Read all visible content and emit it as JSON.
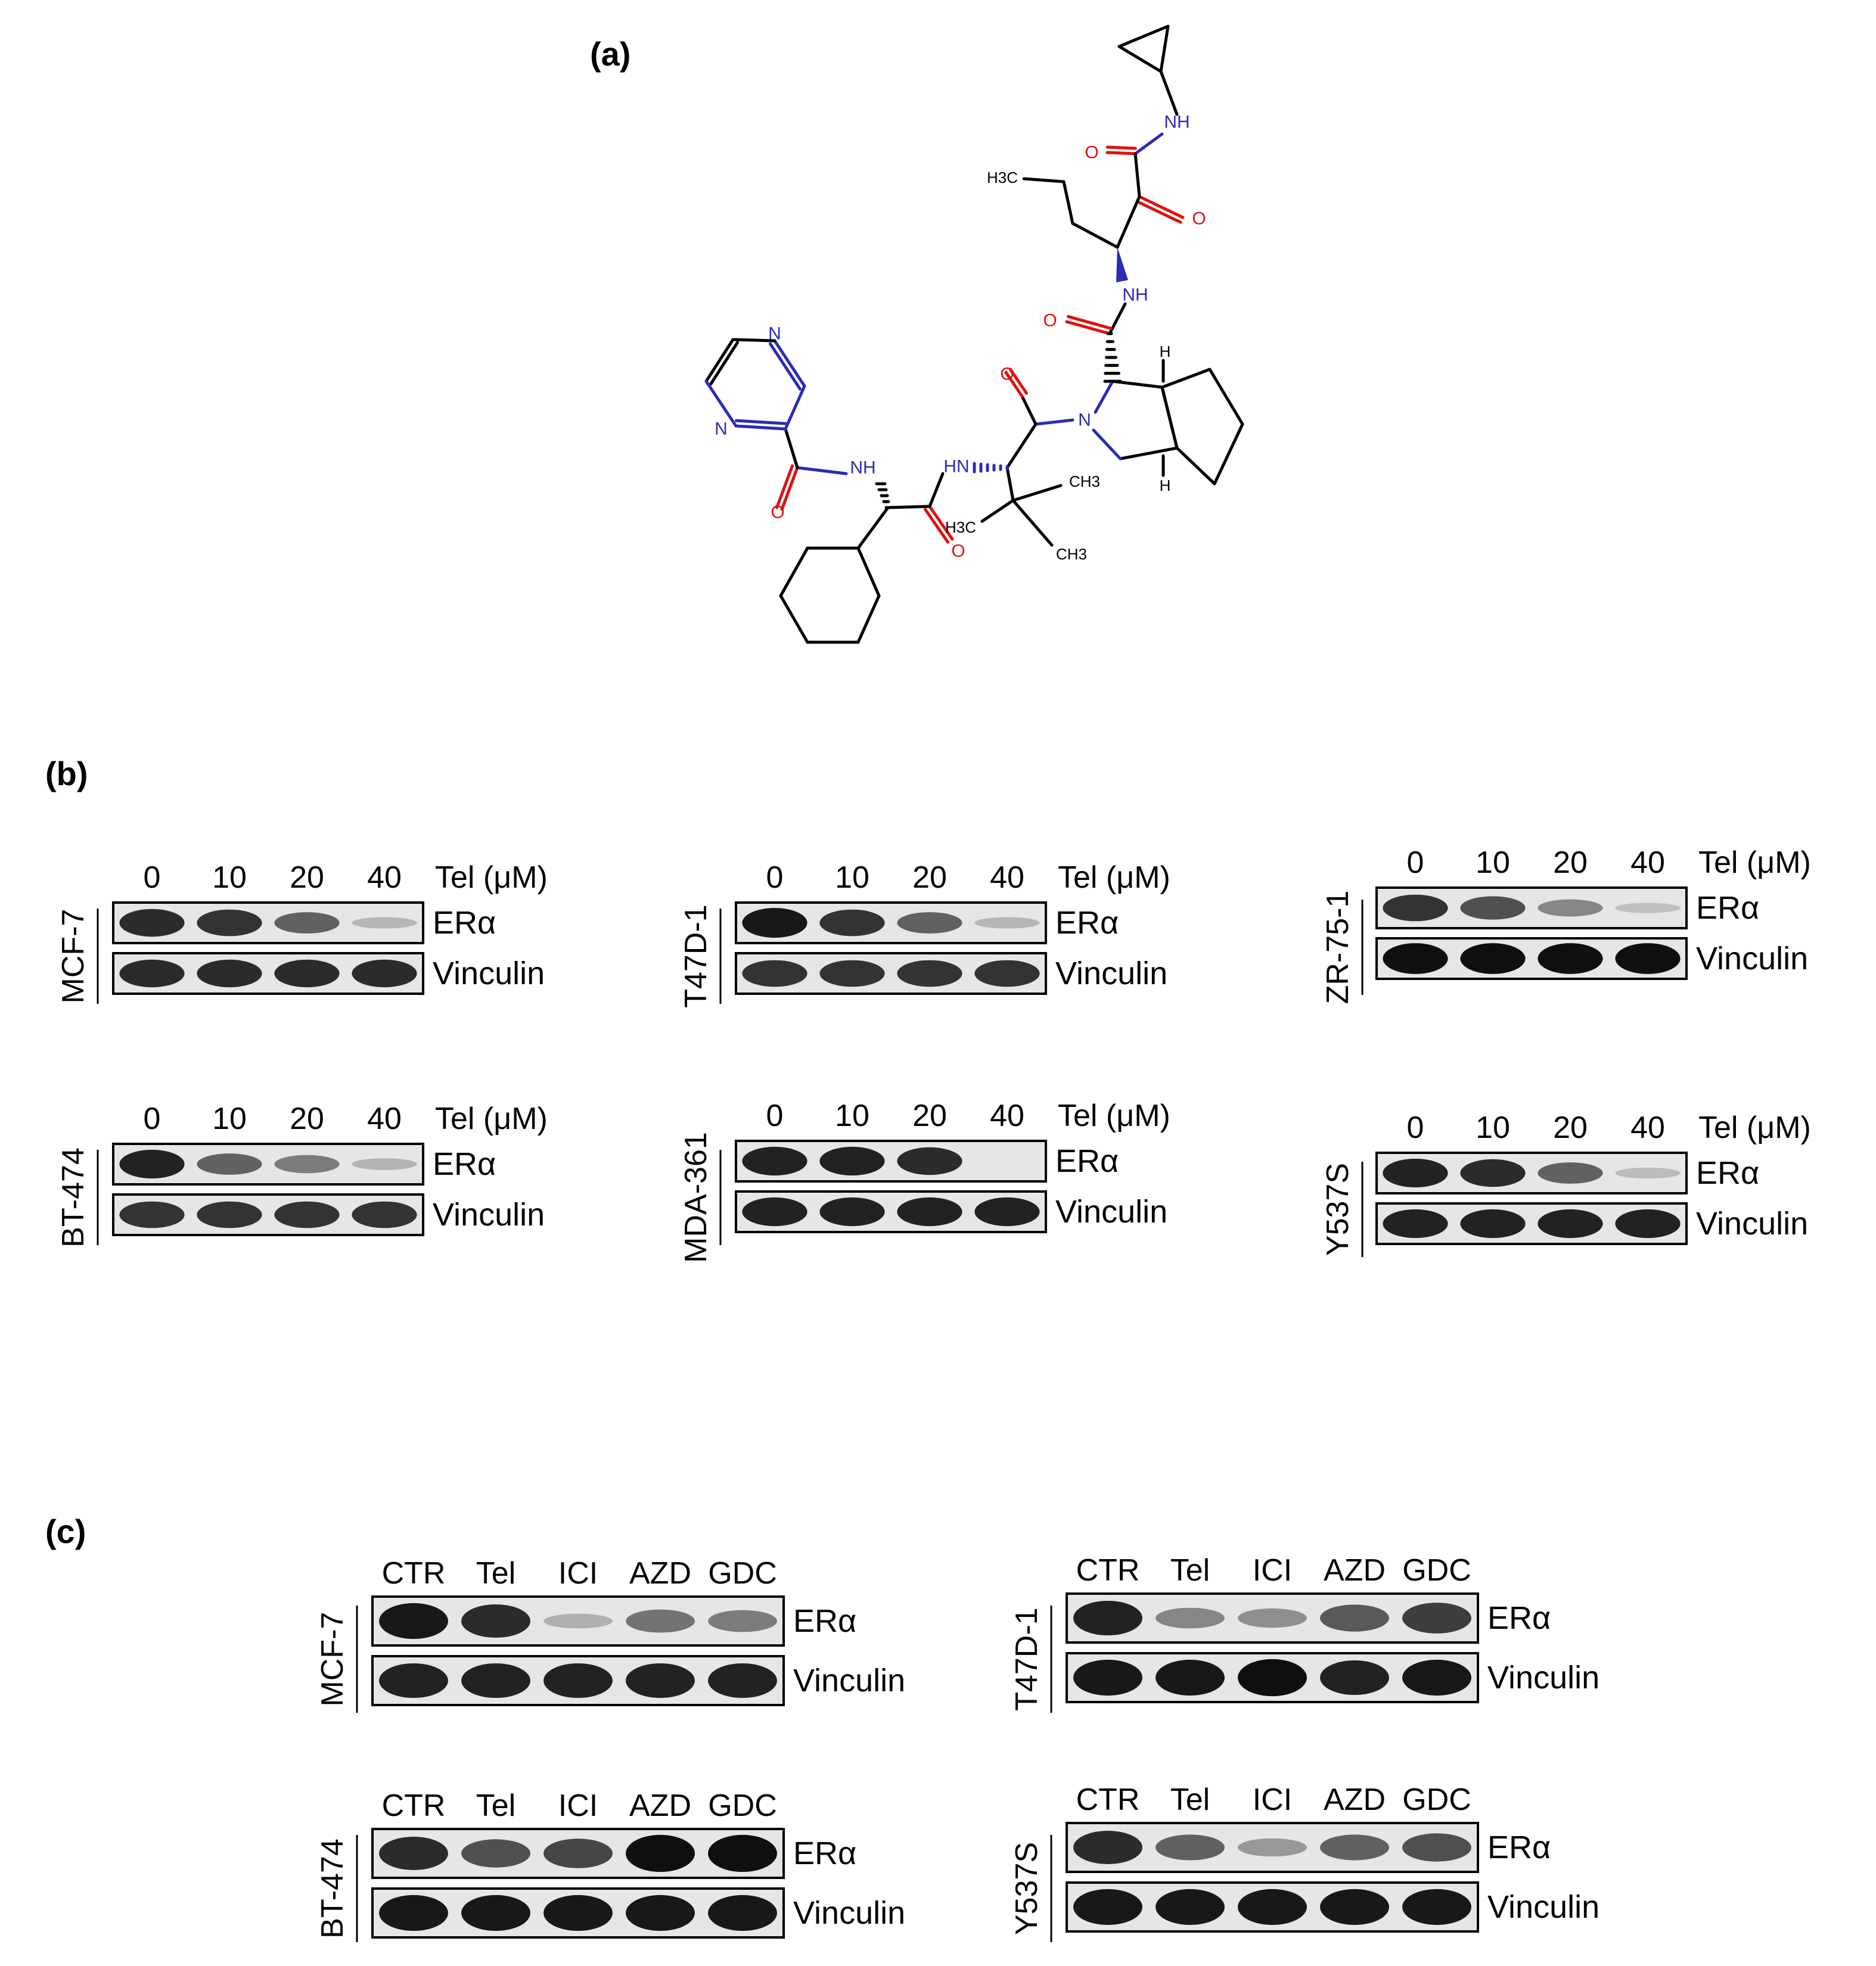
{
  "panels": {
    "a": {
      "letter": "(a)"
    },
    "b": {
      "letter": "(b)"
    },
    "c": {
      "letter": "(c)"
    }
  },
  "colors": {
    "nitrogen": "#2b2bb6",
    "oxygen": "#e01010",
    "bond": "#000000",
    "blot_bg": "#e6e6e6",
    "band": "#0f0f0f"
  },
  "molecule_labels": {
    "nh": "NH",
    "hn": "HN",
    "n": "N",
    "o": "O",
    "h": "H",
    "h3c": "H3C",
    "ch3": "CH3"
  },
  "panel_b": [
    {
      "cell_line": "MCF-7",
      "doses": [
        "0",
        "10",
        "20",
        "40"
      ],
      "treatment": "Tel (μM)",
      "blots": [
        {
          "protein": "ERα",
          "intensities": [
            0.85,
            0.8,
            0.55,
            0.08
          ]
        },
        {
          "protein": "Vinculin",
          "intensities": [
            0.85,
            0.85,
            0.85,
            0.85
          ]
        }
      ]
    },
    {
      "cell_line": "T47D-1",
      "doses": [
        "0",
        "10",
        "20",
        "40"
      ],
      "treatment": "Tel (μM)",
      "blots": [
        {
          "protein": "ERα",
          "intensities": [
            0.95,
            0.8,
            0.55,
            0.08
          ]
        },
        {
          "protein": "Vinculin",
          "intensities": [
            0.8,
            0.8,
            0.8,
            0.8
          ]
        }
      ]
    },
    {
      "cell_line": "ZR-75-1",
      "doses": [
        "0",
        "10",
        "20",
        "40"
      ],
      "treatment": "Tel (μM)",
      "blots": [
        {
          "protein": "ERα",
          "intensities": [
            0.8,
            0.65,
            0.35,
            0.03
          ]
        },
        {
          "protein": "Vinculin",
          "intensities": [
            1.0,
            1.0,
            1.0,
            1.0
          ]
        }
      ]
    },
    {
      "cell_line": "BT-474",
      "doses": [
        "0",
        "10",
        "20",
        "40"
      ],
      "treatment": "Tel (μM)",
      "blots": [
        {
          "protein": "ERα",
          "intensities": [
            0.9,
            0.55,
            0.4,
            0.1
          ]
        },
        {
          "protein": "Vinculin",
          "intensities": [
            0.8,
            0.8,
            0.8,
            0.8
          ]
        }
      ]
    },
    {
      "cell_line": "MDA-361",
      "doses": [
        "0",
        "10",
        "20",
        "40"
      ],
      "treatment": "Tel (μM)",
      "blots": [
        {
          "protein": "ERα",
          "intensities": [
            0.9,
            0.9,
            0.85,
            0.0
          ]
        },
        {
          "protein": "Vinculin",
          "intensities": [
            0.9,
            0.9,
            0.9,
            0.9
          ]
        }
      ]
    },
    {
      "cell_line": "Y537S",
      "doses": [
        "0",
        "10",
        "20",
        "40"
      ],
      "treatment": "Tel (μM)",
      "blots": [
        {
          "protein": "ERα",
          "intensities": [
            0.9,
            0.85,
            0.55,
            0.06
          ]
        },
        {
          "protein": "Vinculin",
          "intensities": [
            0.9,
            0.9,
            0.9,
            0.9
          ]
        }
      ]
    }
  ],
  "panel_c": [
    {
      "cell_line": "MCF-7",
      "conditions": [
        "CTR",
        "Tel",
        "ICI",
        "AZD",
        "GDC"
      ],
      "blots": [
        {
          "protein": "ERα",
          "intensities": [
            0.95,
            0.85,
            0.12,
            0.45,
            0.4
          ]
        },
        {
          "protein": "Vinculin",
          "intensities": [
            0.9,
            0.9,
            0.9,
            0.9,
            0.9
          ]
        }
      ]
    },
    {
      "cell_line": "T47D-1",
      "conditions": [
        "CTR",
        "Tel",
        "ICI",
        "AZD",
        "GDC"
      ],
      "blots": [
        {
          "protein": "ERα",
          "intensities": [
            0.9,
            0.35,
            0.3,
            0.6,
            0.75
          ]
        },
        {
          "protein": "Vinculin",
          "intensities": [
            0.95,
            0.95,
            1.0,
            0.9,
            0.95
          ]
        }
      ]
    },
    {
      "cell_line": "BT-474",
      "conditions": [
        "CTR",
        "Tel",
        "ICI",
        "AZD",
        "GDC"
      ],
      "blots": [
        {
          "protein": "ERα",
          "intensities": [
            0.85,
            0.65,
            0.7,
            1.0,
            1.0
          ]
        },
        {
          "protein": "Vinculin",
          "intensities": [
            0.95,
            0.95,
            0.95,
            0.95,
            0.95
          ]
        }
      ]
    },
    {
      "cell_line": "Y537S",
      "conditions": [
        "CTR",
        "Tel",
        "ICI",
        "AZD",
        "GDC"
      ],
      "blots": [
        {
          "protein": "ERα",
          "intensities": [
            0.85,
            0.55,
            0.25,
            0.55,
            0.65
          ]
        },
        {
          "protein": "Vinculin",
          "intensities": [
            0.95,
            0.95,
            0.95,
            0.95,
            0.95
          ]
        }
      ]
    }
  ]
}
